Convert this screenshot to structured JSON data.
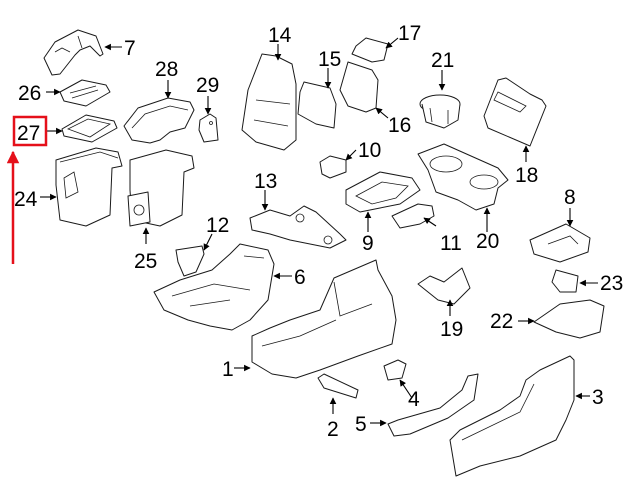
{
  "diagram": {
    "title": "Center console exploded parts diagram",
    "highlight": {
      "callout": "27",
      "color": "#e5101a",
      "indicator": "red-arrow"
    },
    "callouts": [
      {
        "id": "1",
        "label": "1"
      },
      {
        "id": "2",
        "label": "2"
      },
      {
        "id": "3",
        "label": "3"
      },
      {
        "id": "4",
        "label": "4"
      },
      {
        "id": "5",
        "label": "5"
      },
      {
        "id": "6",
        "label": "6"
      },
      {
        "id": "7",
        "label": "7"
      },
      {
        "id": "8",
        "label": "8"
      },
      {
        "id": "9",
        "label": "9"
      },
      {
        "id": "10",
        "label": "10"
      },
      {
        "id": "11",
        "label": "11"
      },
      {
        "id": "12",
        "label": "12"
      },
      {
        "id": "13",
        "label": "13"
      },
      {
        "id": "14",
        "label": "14"
      },
      {
        "id": "15",
        "label": "15"
      },
      {
        "id": "16",
        "label": "16"
      },
      {
        "id": "17",
        "label": "17"
      },
      {
        "id": "18",
        "label": "18"
      },
      {
        "id": "19",
        "label": "19"
      },
      {
        "id": "20",
        "label": "20"
      },
      {
        "id": "21",
        "label": "21"
      },
      {
        "id": "22",
        "label": "22"
      },
      {
        "id": "23",
        "label": "23"
      },
      {
        "id": "24",
        "label": "24"
      },
      {
        "id": "25",
        "label": "25"
      },
      {
        "id": "26",
        "label": "26"
      },
      {
        "id": "27",
        "label": "27"
      },
      {
        "id": "28",
        "label": "28"
      },
      {
        "id": "29",
        "label": "29"
      }
    ]
  }
}
